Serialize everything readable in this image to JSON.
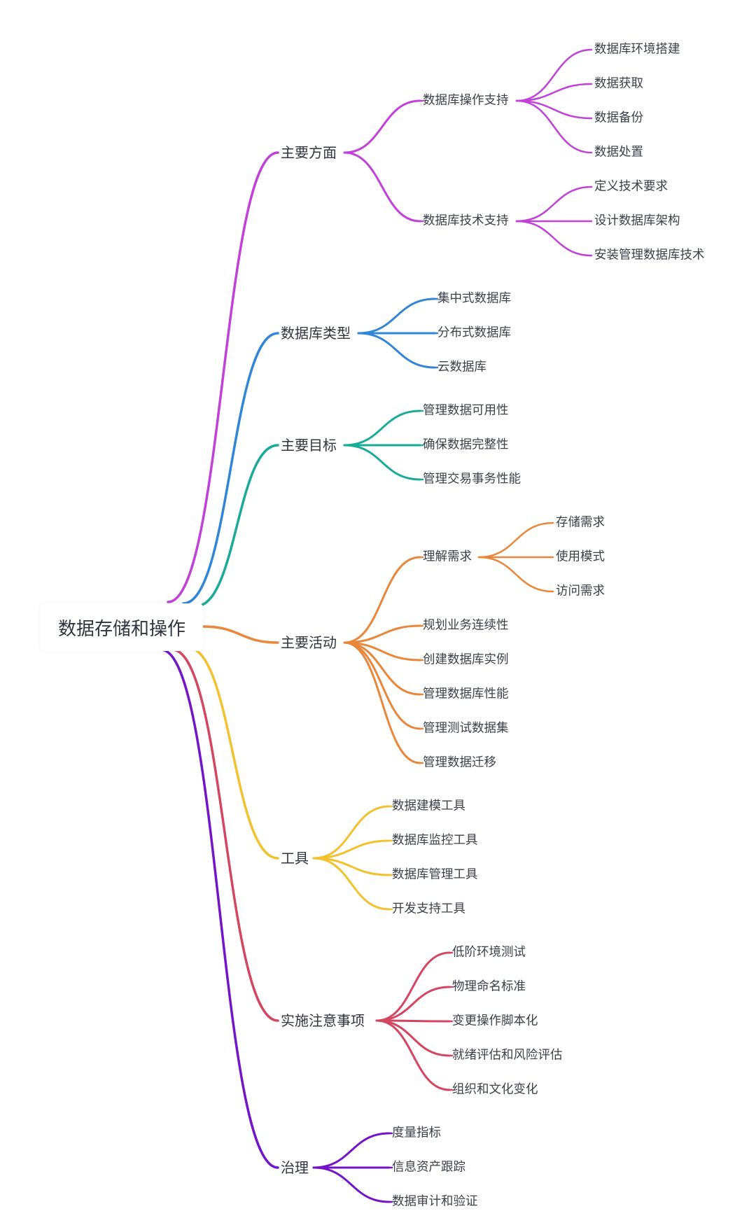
{
  "root": {
    "label": "数据存储和操作"
  },
  "branches": [
    {
      "label": "主要方面",
      "color": "#c040d8",
      "children": [
        {
          "label": "数据库操作支持",
          "children": [
            "数据库环境搭建",
            "数据获取",
            "数据备份",
            "数据处置"
          ]
        },
        {
          "label": "数据库技术支持",
          "children": [
            "定义技术要求",
            "设计数据库架构",
            "安装管理数据库技术"
          ]
        }
      ]
    },
    {
      "label": "数据库类型",
      "color": "#2f86d8",
      "children": [
        {
          "label": "集中式数据库"
        },
        {
          "label": "分布式数据库"
        },
        {
          "label": "云数据库"
        }
      ]
    },
    {
      "label": "主要目标",
      "color": "#1aab98",
      "children": [
        {
          "label": "管理数据可用性"
        },
        {
          "label": "确保数据完整性"
        },
        {
          "label": "管理交易事务性能"
        }
      ]
    },
    {
      "label": "主要活动",
      "color": "#e8863a",
      "children": [
        {
          "label": "理解需求",
          "children": [
            "存储需求",
            "使用模式",
            "访问需求"
          ]
        },
        {
          "label": "规划业务连续性"
        },
        {
          "label": "创建数据库实例"
        },
        {
          "label": "管理数据库性能"
        },
        {
          "label": "管理测试数据集"
        },
        {
          "label": "管理数据迁移"
        }
      ]
    },
    {
      "label": "工具",
      "color": "#f2c12e",
      "children": [
        {
          "label": "数据建模工具"
        },
        {
          "label": "数据库监控工具"
        },
        {
          "label": "数据库管理工具"
        },
        {
          "label": "开发支持工具"
        }
      ]
    },
    {
      "label": "实施注意事项",
      "color": "#d44660",
      "children": [
        {
          "label": "低阶环境测试"
        },
        {
          "label": "物理命名标准"
        },
        {
          "label": "变更操作脚本化"
        },
        {
          "label": "就绪评估和风险评估"
        },
        {
          "label": "组织和文化变化"
        }
      ]
    },
    {
      "label": "治理",
      "color": "#7314c8",
      "children": [
        {
          "label": "度量指标"
        },
        {
          "label": "信息资产跟踪"
        },
        {
          "label": "数据审计和验证"
        }
      ]
    }
  ]
}
